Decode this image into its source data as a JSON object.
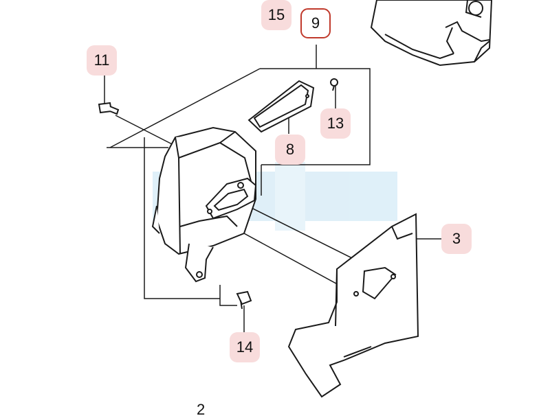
{
  "diagram": {
    "callouts": [
      {
        "id": "15",
        "label": "15"
      },
      {
        "id": "9",
        "label": "9",
        "selected": true
      },
      {
        "id": "11",
        "label": "11"
      },
      {
        "id": "13",
        "label": "13"
      },
      {
        "id": "8",
        "label": "8"
      },
      {
        "id": "3",
        "label": "3"
      },
      {
        "id": "14",
        "label": "14"
      }
    ],
    "bottom_partial_label": "2",
    "colors": {
      "line": "#1a1a1a",
      "callout_fill": "#f8dcdc",
      "selected_border": "#c0392b",
      "watermark": "#dceef8"
    },
    "parts": [
      {
        "name": "muffler-body-icon"
      },
      {
        "name": "heat-shield-icon"
      },
      {
        "name": "gasket-icon"
      },
      {
        "name": "screw-icon"
      },
      {
        "name": "bolt-icon"
      },
      {
        "name": "cylinder-housing-icon"
      }
    ]
  }
}
